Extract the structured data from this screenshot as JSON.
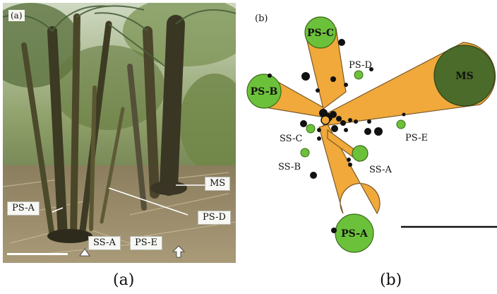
{
  "panel_a": {
    "tag": "(a)",
    "labels": {
      "ms": "MS",
      "ps_a": "PS-A",
      "ps_d": "PS-D",
      "ss_a": "SS-A",
      "ps_e": "PS-E"
    },
    "caption": "(a)"
  },
  "panel_b": {
    "tag": "(b)",
    "stems": {
      "ms": "MS",
      "ps_a": "PS-A",
      "ps_b": "PS-B",
      "ps_c": "PS-C",
      "ps_d": "PS-D",
      "ps_e": "PS-E",
      "ss_a": "SS-A",
      "ss_b": "SS-B",
      "ss_c": "SS-C"
    },
    "caption": "(b)"
  },
  "colors": {
    "lobe_fill": "#f0a93a",
    "lobe_stroke": "#7a5a2a",
    "primary_green": "#6cc13a",
    "main_stem": "#4a6b2a",
    "dot": "#111111"
  }
}
